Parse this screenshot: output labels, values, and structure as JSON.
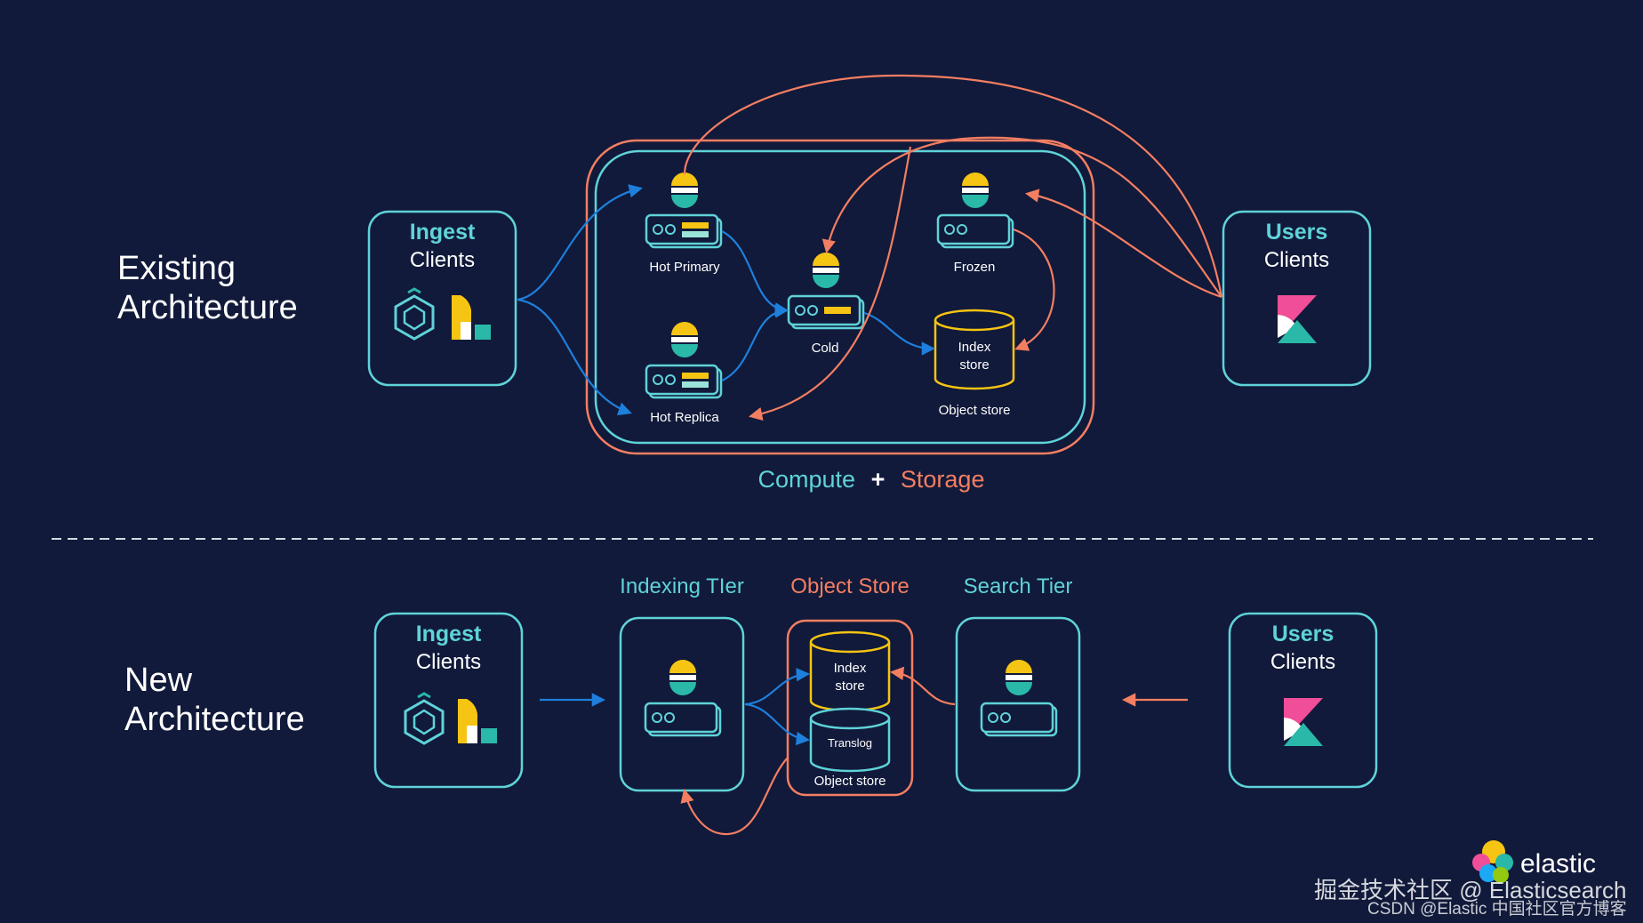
{
  "sections": {
    "existing": {
      "line1": "Existing",
      "line2": "Architecture"
    },
    "new": {
      "line1": "New",
      "line2": "Architecture"
    }
  },
  "ingest": {
    "title": "Ingest",
    "subtitle": "Clients"
  },
  "users": {
    "title": "Users",
    "subtitle": "Clients"
  },
  "existing_nodes": {
    "hot_primary": "Hot Primary",
    "hot_replica": "Hot Replica",
    "cold": "Cold",
    "frozen": "Frozen",
    "index_store_line1": "Index",
    "index_store_line2": "store",
    "object_store": "Object store"
  },
  "compute_storage": {
    "compute": "Compute",
    "plus": "+",
    "storage": "Storage"
  },
  "tiers": {
    "indexing": "Indexing TIer",
    "object_store": "Object Store",
    "search": "Search Tier"
  },
  "new_storage": {
    "index_line1": "Index",
    "index_line2": "store",
    "translog": "Translog",
    "object_store": "Object store"
  },
  "watermark": {
    "brand": "elastic",
    "line1": "掘金技术社区 @ Elasticsearch",
    "line2": "CSDN @Elastic 中国社区官方博客"
  },
  "colors": {
    "background": "#111a3a",
    "teal": "#5fd3d9",
    "coral": "#f47e62",
    "blue_arrow": "#1e7fdc",
    "yellow": "#f6c413",
    "pink": "#f04e98"
  }
}
